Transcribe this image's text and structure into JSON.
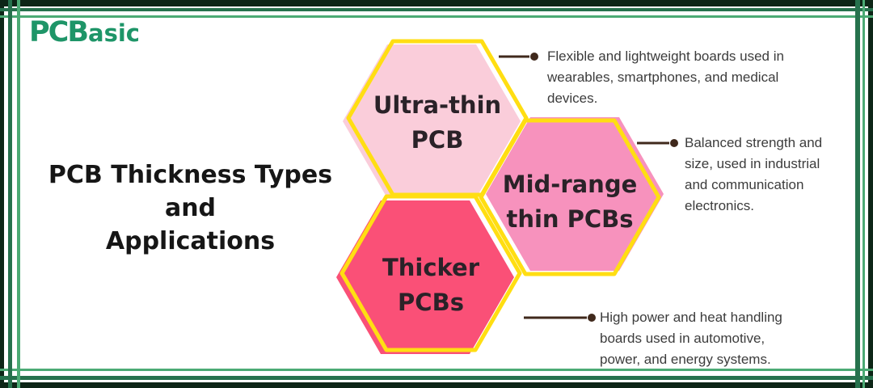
{
  "brand": {
    "name": "PCBasic",
    "logo_primary": "PCB",
    "logo_secondary": "asic",
    "logo_color": "#1e9568"
  },
  "title": {
    "line1": "PCB Thickness Types and",
    "line2": "Applications"
  },
  "hexagons": [
    {
      "name": "Ultra-thin PCB",
      "label1": "Ultra-thin",
      "label2": "PCB",
      "fill": "#facdda"
    },
    {
      "name": "Mid-range thin PCBs",
      "label1": "Mid-range",
      "label2": "thin PCBs",
      "fill": "#f792bd"
    },
    {
      "name": "Thicker PCBs",
      "label1": "Thicker",
      "label2": "PCBs",
      "fill": "#fa5077"
    }
  ],
  "descriptions": [
    {
      "for": "Ultra-thin PCB",
      "line1": "Flexible and lightweight boards used in",
      "line2": "wearables, smartphones, and medical",
      "line3": "devices."
    },
    {
      "for": "Mid-range thin PCBs",
      "line1": "Balanced strength and",
      "line2": "size, used in industrial",
      "line3": "and communication",
      "line4": "electronics."
    },
    {
      "for": "Thicker PCBs",
      "line1": "High power and heat handling",
      "line2": "boards used in automotive,",
      "line3": "power, and energy systems."
    }
  ],
  "colors": {
    "hexagon_border": "#ffde12",
    "frame_outer_dark": "#0d2617",
    "frame_line_dark": "#26724d",
    "frame_line_light": "#4baa74",
    "connector_brown": "#40291c",
    "title_text": "#161616",
    "description_text": "#3c3c3c"
  }
}
